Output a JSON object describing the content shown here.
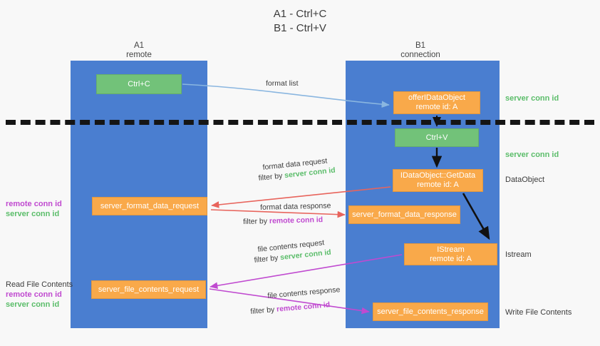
{
  "title": {
    "line1": "A1 - Ctrl+C",
    "line2": "B1 - Ctrl+V"
  },
  "lanes": [
    {
      "id": "a1",
      "name": "A1",
      "sub": "remote"
    },
    {
      "id": "b1",
      "name": "B1",
      "sub": "connection"
    }
  ],
  "nodes": {
    "ctrl_c": {
      "line1": "Ctrl+C",
      "line2": "",
      "color": "#72c279"
    },
    "offer_idataobject": {
      "line1": "offerIDataObject",
      "line2": "remote id: A",
      "color": "#f9a94a"
    },
    "ctrl_v": {
      "line1": "Ctrl+V",
      "line2": "",
      "color": "#72c279"
    },
    "getdata": {
      "line1": "IDataObject::GetData",
      "line2": "remote id: A",
      "color": "#f9a94a"
    },
    "format_data_request": {
      "line1": "server_format_data_request",
      "line2": "",
      "color": "#f9a94a"
    },
    "format_data_response": {
      "line1": "server_format_data_response",
      "line2": "",
      "color": "#f9a94a"
    },
    "istream": {
      "line1": "IStream",
      "line2": "remote id: A",
      "color": "#f9a94a"
    },
    "file_contents_request": {
      "line1": "server_file_contents_request",
      "line2": "",
      "color": "#f9a94a"
    },
    "file_contents_response": {
      "line1": "server_file_contents_response",
      "line2": "",
      "color": "#f9a94a"
    }
  },
  "edge_labels": {
    "format_list": "format list",
    "format_data_request": "format data request",
    "format_data_request_filter_prefix": "filter by ",
    "format_data_request_filter_key": "server conn id",
    "format_data_response": "format data response",
    "format_data_response_filter_prefix": "filter by ",
    "format_data_response_filter_key": "remote conn id",
    "file_contents_request": "file contents request",
    "file_contents_request_filter_prefix": "filter by ",
    "file_contents_request_filter_key": "server conn id",
    "file_contents_response": "file contents response",
    "file_contents_response_filter_prefix": "filter by ",
    "file_contents_response_filter_key": "remote conn id"
  },
  "annotations": {
    "right_server_conn_id_1": "server conn id",
    "right_server_conn_id_2": "server conn id",
    "right_dataobject": "DataObject",
    "right_istream": "Istream",
    "right_write_file_contents": "Write File Contents",
    "left_remote_conn_id_1": "remote conn id",
    "left_server_conn_id_1": "server conn id",
    "left_read_file_contents": "Read File Contents",
    "left_remote_conn_id_2": "remote conn id",
    "left_server_conn_id_2": "server conn id"
  },
  "colors": {
    "lane": "#4a7ed0",
    "green_node": "#72c279",
    "orange_node": "#f9a94a",
    "green_text": "#5bbd6a",
    "purple_text": "#c04ad0",
    "blue_arrow": "#8ab6e0",
    "red_arrow": "#e8645c",
    "magenta_arrow": "#c04ad0",
    "black_arrow": "#111111",
    "background": "#f8f8f8",
    "divider": "#151515"
  }
}
